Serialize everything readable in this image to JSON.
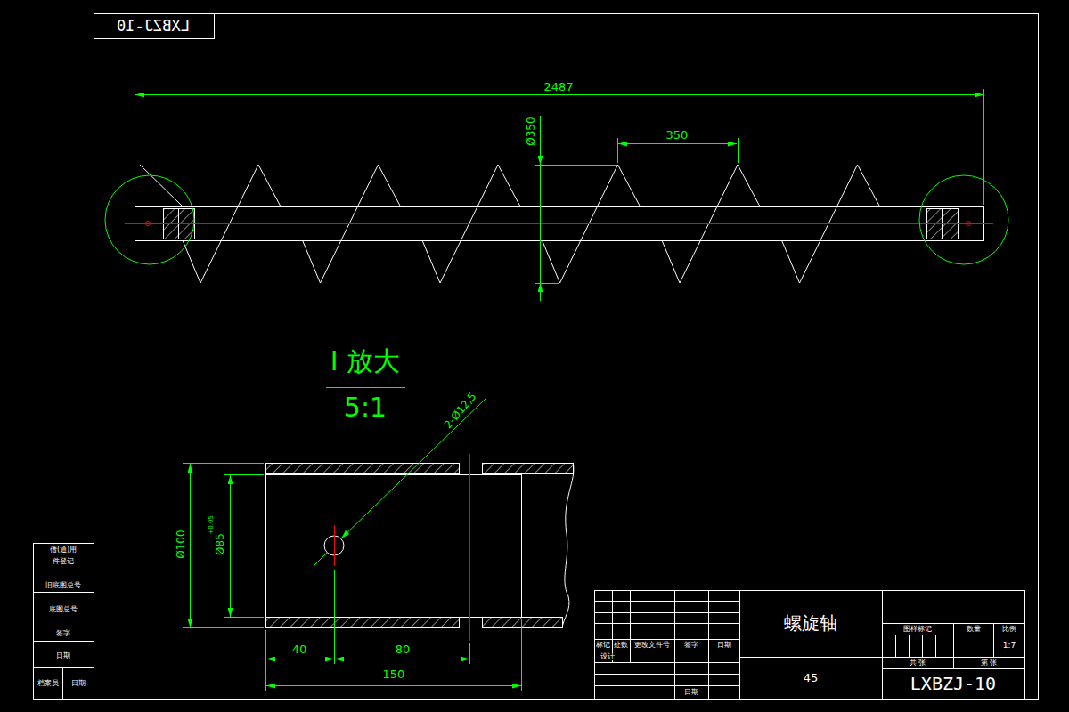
{
  "diagram": {
    "labels": [
      "LXBZJ-10",
      "2487",
      "Ø350",
      "350",
      "I 放大",
      "5:1",
      "2-Ø12,5",
      "Ø100",
      "Ø85",
      "+0.05",
      "40",
      "80",
      "150",
      "借(通)用",
      "件登记",
      "旧底图总号",
      "底图总号",
      "签字",
      "日期",
      "档案员",
      "日期",
      "标记",
      "处数",
      "更改文件号",
      "签字",
      "日期",
      "设计",
      "日期",
      "螺旋轴",
      "45",
      "图样标记",
      "数量",
      "比例",
      "1:7",
      "共 张",
      "第 张",
      "LXBZJ-10"
    ]
  }
}
